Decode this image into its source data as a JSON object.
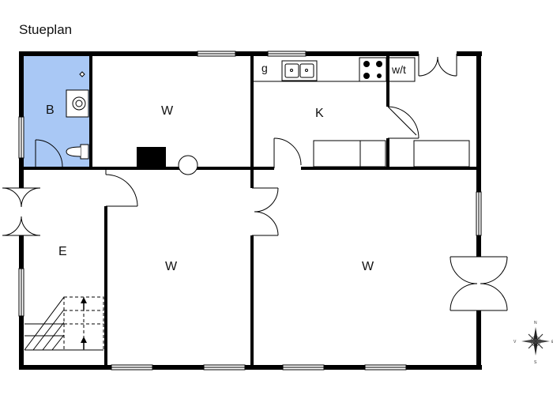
{
  "title": "Stueplan",
  "rooms": {
    "bathroom": "B",
    "living_top": "W",
    "kitchen": "K",
    "living_left": "W",
    "living_right": "W",
    "entrance": "E"
  },
  "labels": {
    "stove_area": "g",
    "washer_dryer": "w/t"
  },
  "compass": {
    "north": "N",
    "south": "S",
    "east": "Ø",
    "west": "V"
  },
  "colors": {
    "bathroom_fill": "#a9c8f5",
    "wall": "#000000"
  }
}
